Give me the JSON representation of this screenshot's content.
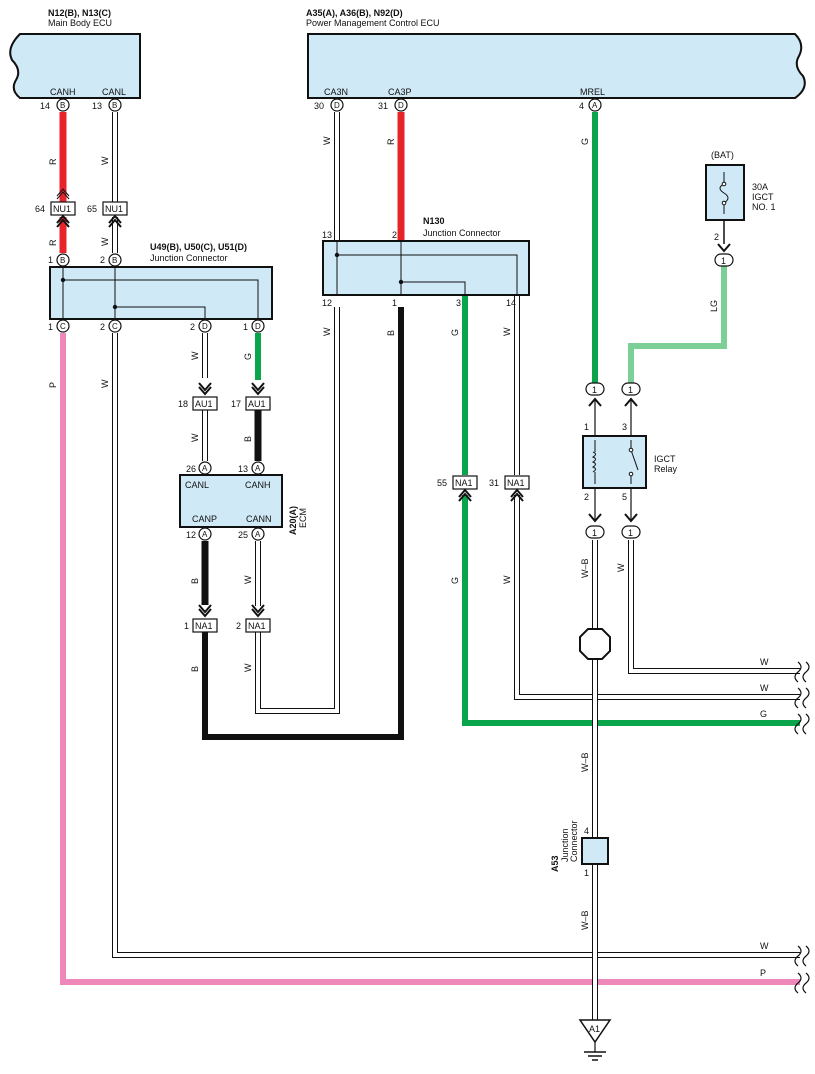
{
  "ecu_main_body": {
    "title": "N12(B), N13(C)",
    "subtitle": "Main Body ECU",
    "pin_canh": "CANH",
    "pin_canl": "CANL",
    "num_14": "14",
    "num_13": "13",
    "letter": "B"
  },
  "ecu_power_mgmt": {
    "title": "A35(A), A36(B), N92(D)",
    "subtitle": "Power Management Control ECU",
    "pin_ca3n": "CA3N",
    "pin_ca3p": "CA3P",
    "pin_mrel": "MREL",
    "num_30": "30",
    "num_31": "31",
    "num_4": "4",
    "letter_d": "D",
    "letter_a": "A"
  },
  "junction_u49": {
    "title": "U49(B), U50(C), U51(D)",
    "subtitle": "Junction Connector",
    "n1": "1",
    "n2": "2",
    "lb": "B",
    "lc": "C",
    "ld": "D"
  },
  "junction_n130": {
    "title": "N130",
    "subtitle": "Junction Connector",
    "n13": "13",
    "n2": "2",
    "n12": "12",
    "n1": "1",
    "n3": "3",
    "n14": "14"
  },
  "ecm": {
    "title": "A20(A)",
    "subtitle": "ECM",
    "canl": "CANL",
    "canh": "CANH",
    "canp": "CANP",
    "cann": "CANN",
    "n26": "26",
    "n13": "13",
    "n12": "12",
    "n25": "25",
    "letter": "A"
  },
  "connectors": {
    "nu1": "NU1",
    "au1": "AU1",
    "na1": "NA1",
    "n64": "64",
    "n65": "65",
    "n18": "18",
    "n17": "17",
    "n55": "55",
    "n31": "31",
    "n1": "1",
    "n2": "2"
  },
  "fuse": {
    "source": "(BAT)",
    "label1": "30A",
    "label2": "IGCT",
    "label3": "NO. 1",
    "pin": "2",
    "conn": "1"
  },
  "relay": {
    "label1": "IGCT",
    "label2": "Relay",
    "p1": "1",
    "p3": "3",
    "p2": "2",
    "p5": "5",
    "conn": "1"
  },
  "junction_a53": {
    "title": "A53",
    "subtitle1": "Junction",
    "subtitle2": "Connector",
    "p4": "4",
    "p1": "1"
  },
  "ground": {
    "label": "A1"
  },
  "wire_colors": {
    "R": "R",
    "W": "W",
    "G": "G",
    "B": "B",
    "P": "P",
    "LG": "LG",
    "WB": "W–B"
  },
  "colors": {
    "red": "#e8242b",
    "green": "#0aa44a",
    "light_green": "#7ccf96",
    "black": "#111111",
    "pink": "#ee88bb",
    "white_wire": "#ffffff",
    "box_fill": "#cfe9f6"
  }
}
